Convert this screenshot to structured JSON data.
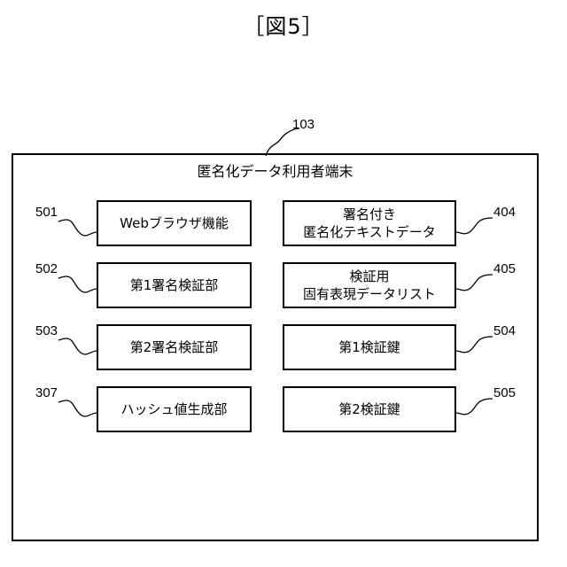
{
  "figure_label": "［図5］",
  "terminal": {
    "ref": "103",
    "title": "匿名化データ利用者端末"
  },
  "left_column": [
    {
      "ref": "501",
      "label": "Webブラウザ機能"
    },
    {
      "ref": "502",
      "label": "第1署名検証部"
    },
    {
      "ref": "503",
      "label": "第2署名検証部"
    },
    {
      "ref": "307",
      "label": "ハッシュ値生成部"
    }
  ],
  "right_column": [
    {
      "ref": "404",
      "line1": "署名付き",
      "line2": "匿名化テキストデータ"
    },
    {
      "ref": "405",
      "line1": "検証用",
      "line2": "固有表現データリスト"
    },
    {
      "ref": "504",
      "line1": "第1検証鍵",
      "line2": ""
    },
    {
      "ref": "505",
      "line1": "第2検証鍵",
      "line2": ""
    }
  ]
}
